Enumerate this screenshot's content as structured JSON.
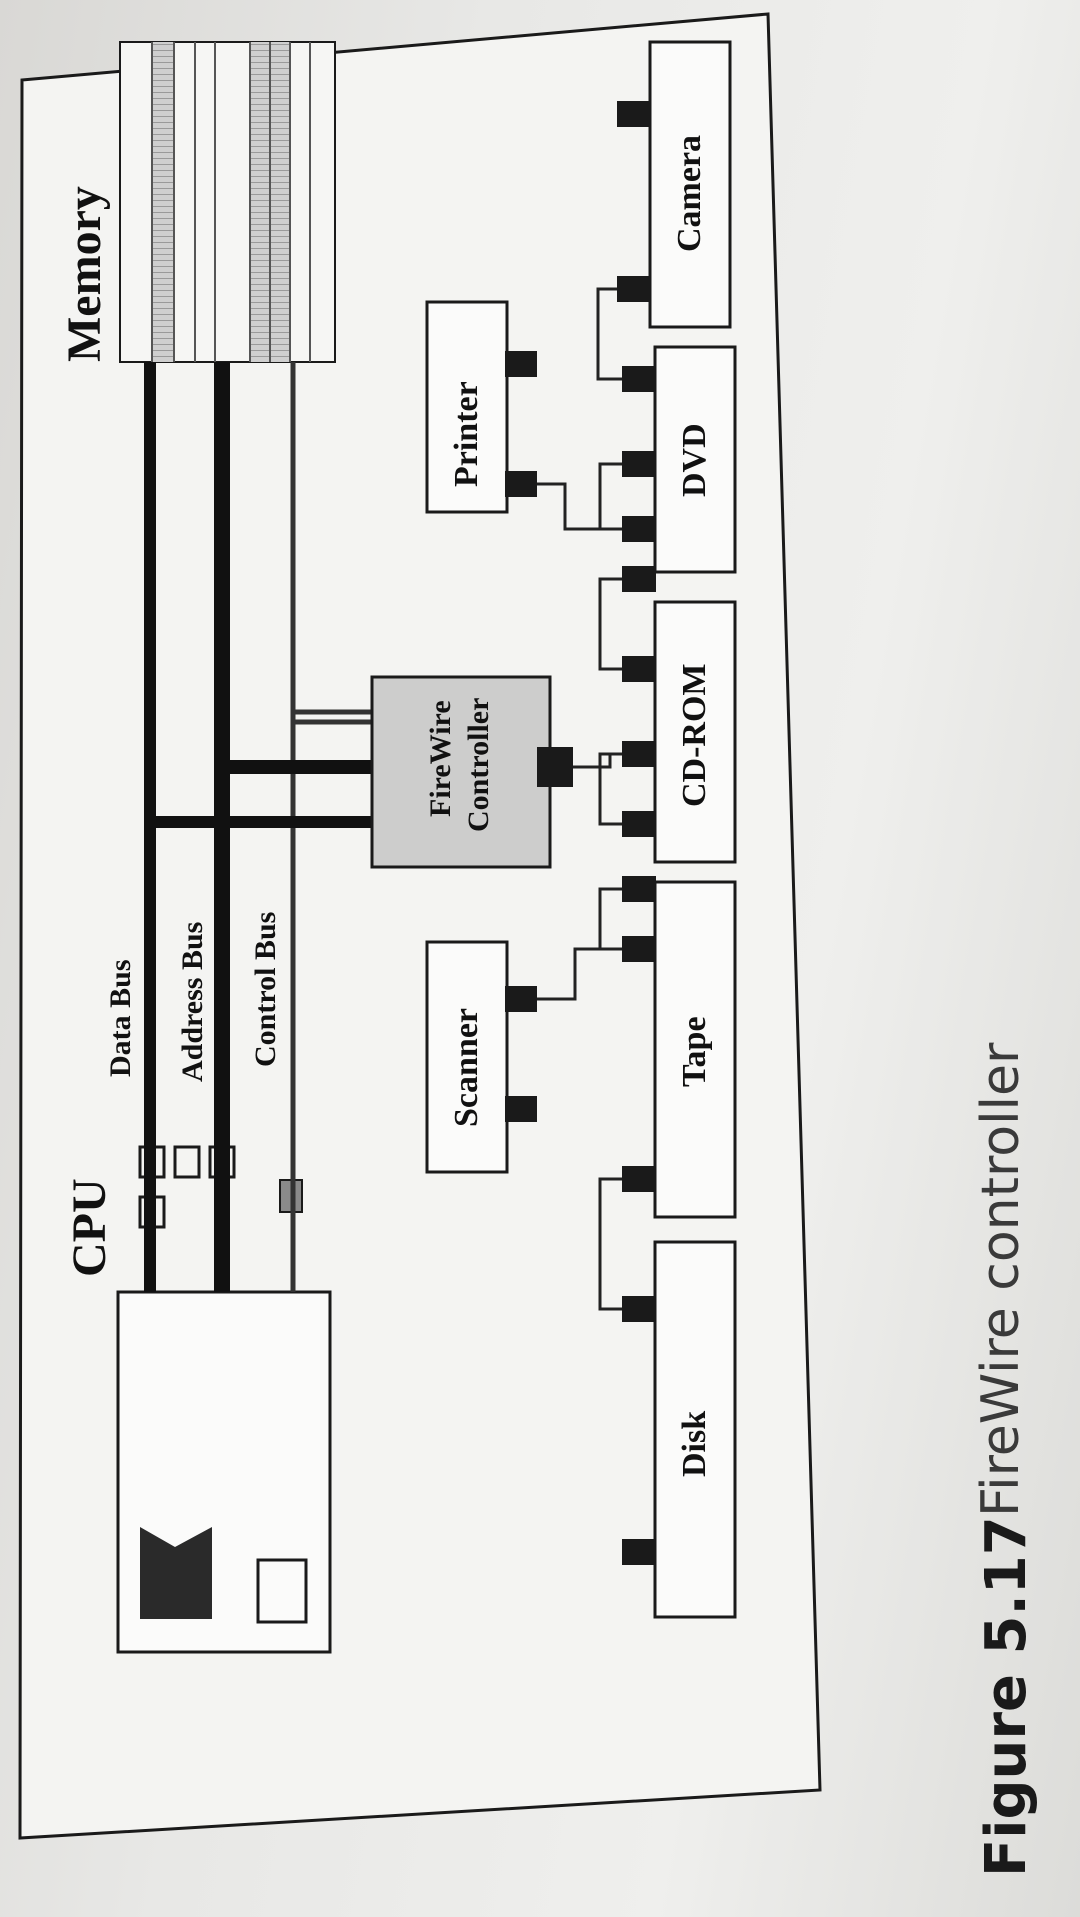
{
  "diagram": {
    "cpu_label": "CPU",
    "memory_label": "Memory",
    "buses": {
      "data": "Data Bus",
      "address": "Address Bus",
      "control": "Control Bus"
    },
    "controller": {
      "line1": "FireWire",
      "line2": "Controller"
    },
    "devices": {
      "disk": "Disk",
      "tape": "Tape",
      "cdrom": "CD-ROM",
      "dvd": "DVD",
      "camera": "Camera",
      "scanner": "Scanner",
      "printer": "Printer"
    }
  },
  "caption": {
    "number": "Figure 5.17",
    "text": "FireWire controller"
  }
}
